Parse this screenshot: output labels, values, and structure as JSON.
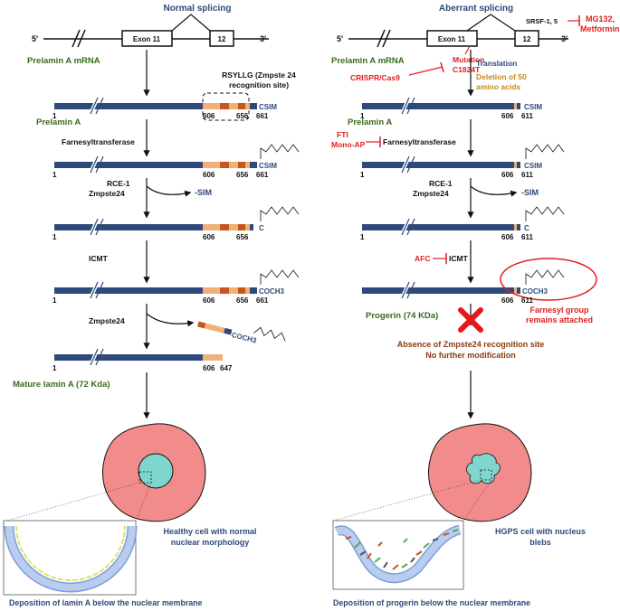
{
  "left": {
    "title": "Normal splicing",
    "exon11": "Exon 11",
    "exon12": "12",
    "five_prime": "5'",
    "three_prime": "3'",
    "mrna_label": "Prelamin A mRNA",
    "rsyllg_line1": "RSYLLG (Zmpste 24",
    "rsyllg_line2": "recognition site)",
    "prelamin_label": "Prelamin A",
    "farnesyltransferase": "Farnesyltransferase",
    "rce1": "RCE-1",
    "zmpste24": "Zmpste24",
    "minus_sim": "-SIM",
    "icmt": "ICMT",
    "zmpste24_2": "Zmpste24",
    "mature_label": "Mature lamin A (72 Kda)",
    "healthy_line1": "Healthy cell with normal",
    "healthy_line2": "nuclear morphology",
    "deposition": "Deposition of lamin A below the nuclear membrane",
    "rows": [
      {
        "n1": "1",
        "n2": "606",
        "n3": "656",
        "n4": "661",
        "tail": "CSIM"
      },
      {
        "n1": "1",
        "n2": "606",
        "n3": "656",
        "n4": "661",
        "tail": "CSIM"
      },
      {
        "n1": "1",
        "n2": "606",
        "n3": "656",
        "n4": "",
        "tail": "C"
      },
      {
        "n1": "1",
        "n2": "606",
        "n3": "656",
        "n4": "661",
        "tail": "COCH3"
      },
      {
        "n1": "1",
        "n2": "606",
        "n3": "647",
        "n4": "",
        "tail": ""
      }
    ],
    "cleaved_tail": "COCH3"
  },
  "right": {
    "title": "Aberrant splicing",
    "exon11": "Exon 11",
    "exon12": "12",
    "five_prime": "5'",
    "three_prime": "3'",
    "srsf": "SRSF-1, 5",
    "mg132": "MG132,",
    "metformin": "Metformin",
    "mrna_label": "Prelamin A mRNA",
    "mutation": "Mutation",
    "c1824t": "C1824T",
    "crispr": "CRISPR/Cas9",
    "translation": "Translation",
    "deletion1": "Deletion of 50",
    "deletion2": "amino acids",
    "prelamin_label": "Prelamin A",
    "fti": "FTI",
    "monoap": "Mono-AP",
    "farnesyltransferase": "Farnesyltransferase",
    "rce1": "RCE-1",
    "zmpste24": "Zmpste24",
    "minus_sim": "-SIM",
    "afc": "AFC",
    "icmt": "ICMT",
    "progerin_label": "Progerin (74 KDa)",
    "farnesyl1": "Farnesyl group",
    "farnesyl2": "remains attached",
    "absence1": "Absence of Zmpste24 recognition site",
    "absence2": "No further modification",
    "hgps1": "HGPS cell with nucleus",
    "hgps2": "blebs",
    "deposition": "Deposition of progerin below the nuclear membrane",
    "rows": [
      {
        "n1": "1",
        "n2": "606",
        "n3": "611",
        "tail": "CSIM"
      },
      {
        "n1": "1",
        "n2": "606",
        "n3": "611",
        "tail": "CSIM"
      },
      {
        "n1": "1",
        "n2": "606",
        "n3": "611",
        "tail": "C"
      },
      {
        "n1": "",
        "n2": "606",
        "n3": "611",
        "tail": "COCH3"
      }
    ]
  },
  "colors": {
    "protein_bar": "#2e4a7a",
    "peptide_light": "#f0b07a",
    "peptide_dark": "#c4571c",
    "cell": "#f28b8b",
    "nucleus": "#7fd6cc",
    "inhibitor_red": "#e02020",
    "membrane": "#a7c3ea"
  }
}
